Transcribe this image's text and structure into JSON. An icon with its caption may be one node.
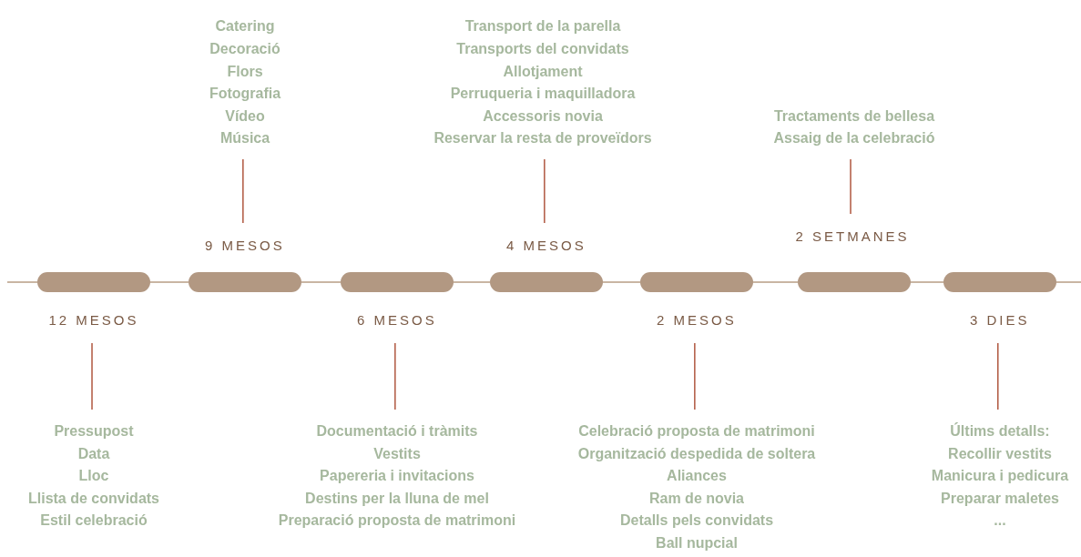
{
  "diagram": {
    "nodes": [
      {
        "text": [],
        "shape": "bar"
      },
      {
        "text": [],
        "shape": "bar"
      },
      {
        "text": [],
        "shape": "bar"
      },
      {
        "text": [],
        "shape": "bar"
      },
      {
        "text": [],
        "shape": "bar"
      },
      {
        "text": [],
        "shape": "bar"
      },
      {
        "text": [],
        "shape": "bar"
      },
      {
        "text": [
          "12 MESOS"
        ]
      },
      {
        "text": [
          "9 MESOS"
        ]
      },
      {
        "text": [
          "6 MESOS"
        ]
      },
      {
        "text": [
          "4 MESOS"
        ]
      },
      {
        "text": [
          "2 MESOS"
        ]
      },
      {
        "text": [
          "2 SETMANES"
        ]
      },
      {
        "text": [
          "3 DIES"
        ]
      },
      {
        "text": [
          "Pressupost",
          "Data",
          "Lloc",
          "Llista de convidats",
          "Estil celebració"
        ]
      },
      {
        "text": [
          "Catering",
          "Decoració",
          "Flors",
          "Fotografia",
          "Vídeo",
          "Música"
        ]
      },
      {
        "text": [
          "Documentació i tràmits",
          "Vestits",
          "Papereria i invitacions",
          "Destins per la lluna de mel",
          "Preparació proposta de matrimoni"
        ]
      },
      {
        "text": [
          "Transport de la parella",
          "Transports del convidats",
          "Allotjament",
          "Perruqueria i maquilladora",
          "Accessoris novia",
          "Reservar la resta de proveïdors"
        ]
      },
      {
        "text": [
          "Celebració proposta de matrimoni",
          "Organització despedida de soltera",
          "Aliances",
          "Ram de novia",
          "Detalls pels convidats",
          "Ball nupcial"
        ]
      },
      {
        "text": [
          "Tractaments de bellesa",
          "Assaig de la celebració"
        ]
      },
      {
        "text": [
          "Últims detalls:",
          "Recollir vestits",
          "Manicura i pedicura",
          "Preparar maletes",
          "..."
        ]
      }
    ],
    "edges": [
      {
        "from": null,
        "to": 0,
        "arrow": "none"
      },
      {
        "from": 0,
        "to": 1,
        "arrow": "none"
      },
      {
        "from": 1,
        "to": 2,
        "arrow": "none"
      },
      {
        "from": 2,
        "to": 3,
        "arrow": "none"
      },
      {
        "from": 3,
        "to": 4,
        "arrow": "none"
      },
      {
        "from": 4,
        "to": 5,
        "arrow": "none"
      },
      {
        "from": 5,
        "to": 6,
        "arrow": "none"
      },
      {
        "from": 6,
        "to": null,
        "arrow": "none"
      },
      {
        "from": 7,
        "to": 14,
        "arrow": "none",
        "color": "#b0573f"
      },
      {
        "from": 8,
        "to": 15,
        "arrow": "none",
        "color": "#b0573f"
      },
      {
        "from": 9,
        "to": 16,
        "arrow": "none",
        "color": "#b0573f"
      },
      {
        "from": 10,
        "to": 17,
        "arrow": "none",
        "color": "#b0573f"
      },
      {
        "from": 11,
        "to": 18,
        "arrow": "none",
        "color": "#b0573f"
      },
      {
        "from": 12,
        "to": 19,
        "arrow": "none",
        "color": "#b0573f"
      },
      {
        "from": 13,
        "to": 20,
        "arrow": "none",
        "color": "#b0573f"
      }
    ]
  }
}
